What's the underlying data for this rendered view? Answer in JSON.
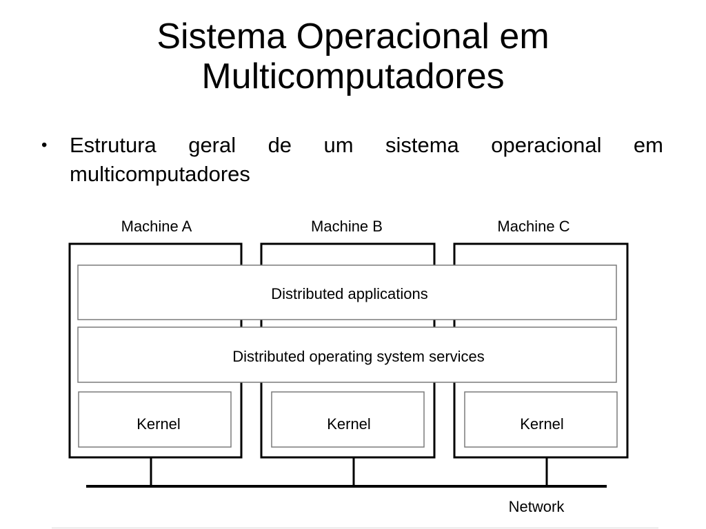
{
  "slide": {
    "title_line1": "Sistema Operacional em",
    "title_line2": "Multicomputadores",
    "bullet_marker": "•",
    "bullet_text": "Estrutura geral de um sistema operacional em multicomputadores"
  },
  "diagram": {
    "machines": [
      {
        "label": "Machine A",
        "kernel": "Kernel"
      },
      {
        "label": "Machine B",
        "kernel": "Kernel"
      },
      {
        "label": "Machine C",
        "kernel": "Kernel"
      }
    ],
    "layers": {
      "applications": "Distributed applications",
      "services": "Distributed operating system services"
    },
    "network_label": "Network"
  }
}
